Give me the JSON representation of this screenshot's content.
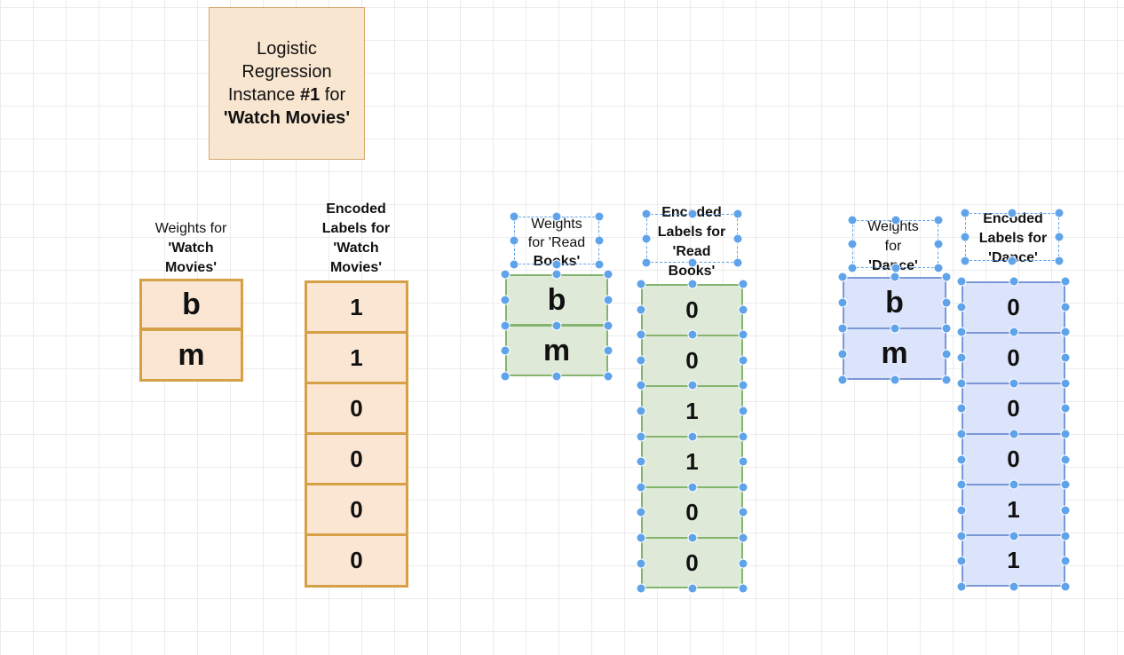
{
  "title_box": {
    "line1": "Logistic",
    "line2": "Regression",
    "line3_pre": "Instance ",
    "line3_bold": "#1",
    "line3_post": " for",
    "line4_q1": "'",
    "line4_bold": "Watch Movies",
    "line4_q2": "'"
  },
  "groups": [
    {
      "name": "watch-movies",
      "weights_label": [
        "Weights for",
        "'Watch",
        "Movies'"
      ],
      "weights": [
        "b",
        "m"
      ],
      "labels_label": [
        "Encoded",
        "Labels for",
        "'Watch",
        "Movies'"
      ],
      "encoded": [
        "1",
        "1",
        "0",
        "0",
        "0",
        "0"
      ]
    },
    {
      "name": "read-books",
      "weights_label": [
        "Weights",
        "for 'Read",
        "Books'"
      ],
      "weights": [
        "b",
        "m"
      ],
      "labels_label": [
        "Encoded",
        "Labels for",
        "'Read",
        "Books'"
      ],
      "encoded": [
        "0",
        "0",
        "1",
        "1",
        "0",
        "0"
      ]
    },
    {
      "name": "dance",
      "weights_label": [
        "Weights",
        "for",
        "'Dance'"
      ],
      "weights": [
        "b",
        "m"
      ],
      "labels_label": [
        "Encoded",
        "Labels for",
        "'Dance'"
      ],
      "encoded": [
        "0",
        "0",
        "0",
        "0",
        "1",
        "1"
      ]
    }
  ],
  "colors": {
    "orange_fill": "#fae6d2",
    "orange_border": "#d5a046",
    "green_fill": "#dfe9d8",
    "green_border": "#84b56f",
    "blue_fill": "#dbe4fb",
    "blue_border": "#7b98d6",
    "selection_handle": "#5fa3ea"
  }
}
